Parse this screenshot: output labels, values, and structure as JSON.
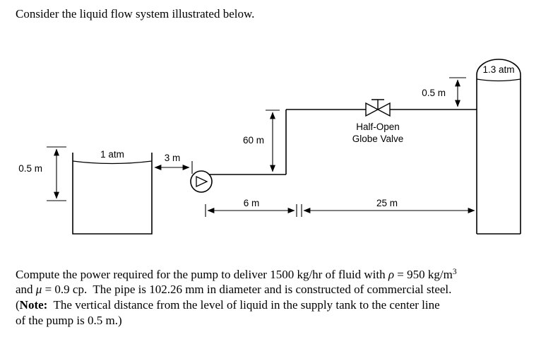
{
  "title": "Consider the liquid flow system illustrated below.",
  "diagram": {
    "supply_tank_pressure": "1 atm",
    "supply_level_dim": "0.5 m",
    "pump_offset_dim": "3 m",
    "riser_dim": "60 m",
    "run1_dim": "6 m",
    "run2_dim": "25 m",
    "valve_label_1": "Half-Open",
    "valve_label_2": "Globe Valve",
    "dest_tank_pressure": "1.3 atm",
    "dest_level_dim": "0.5 m"
  },
  "problem": {
    "l1a": "Compute the power required for the pump to deliver 1500 kg/hr of fluid with ",
    "l1b": "ρ",
    "l1c": " = 950 kg/m",
    "l1sup": "3",
    "l2a": "and ",
    "l2b": "μ",
    "l2c": " = 0.9 cp.  The pipe is 102.26 mm in diameter and is constructed of commercial steel.",
    "l3a": "(",
    "l3b": "Note:",
    "l3c": "  The vertical distance from the level of liquid in the supply tank to the center line",
    "l4": "of the pump is 0.5 m.)"
  }
}
